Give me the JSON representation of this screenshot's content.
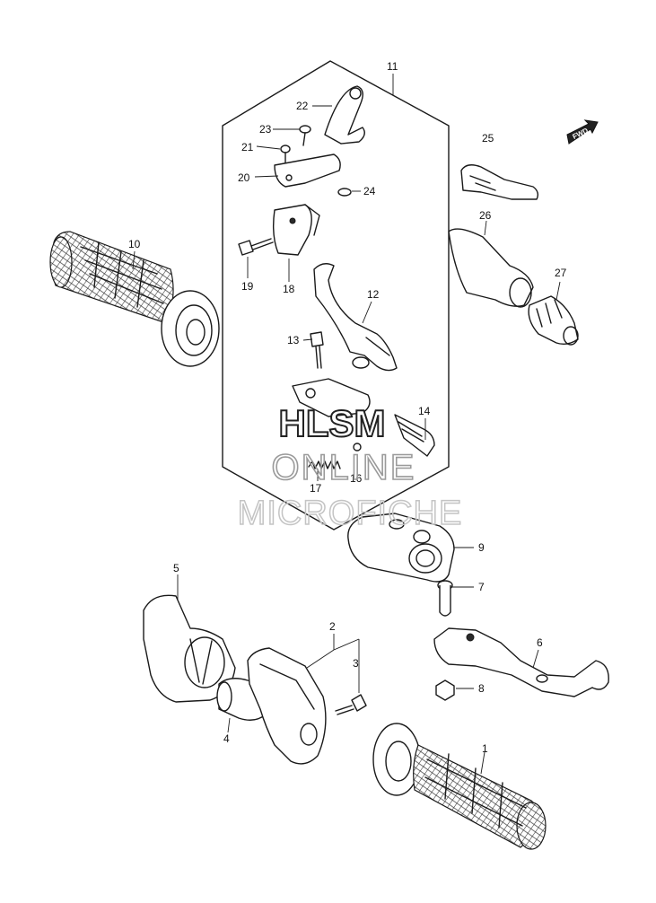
{
  "watermark": {
    "line1": "HLSM",
    "line2": "ONLINE",
    "line3": "MICROFICHE"
  },
  "forward_badge": "FWD",
  "callouts": {
    "p1": "1",
    "p2": "2",
    "p3": "3",
    "p4": "4",
    "p5": "5",
    "p6": "6",
    "p7": "7",
    "p8": "8",
    "p9": "9",
    "p10": "10",
    "p11": "11",
    "p12": "12",
    "p13": "13",
    "p14": "14",
    "p16": "16",
    "p17": "17",
    "p18": "18",
    "p19": "19",
    "p20": "20",
    "p21": "21",
    "p22": "22",
    "p23": "23",
    "p24": "24",
    "p25": "25",
    "p26": "26",
    "p27": "27"
  },
  "icons": {
    "forward": "forward-arrow-icon"
  }
}
